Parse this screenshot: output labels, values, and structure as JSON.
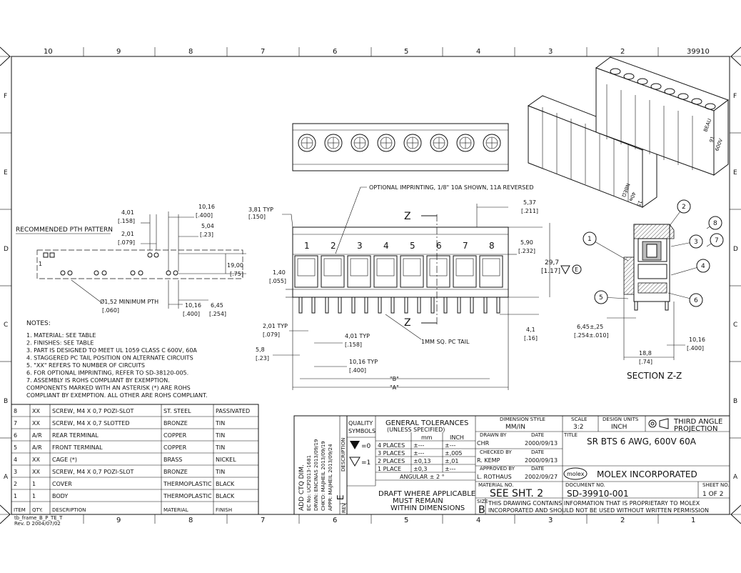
{
  "sheet": {
    "top_corner_id": "39910",
    "columns": [
      "10",
      "9",
      "8",
      "7",
      "6",
      "5",
      "4",
      "3",
      "2",
      "1"
    ],
    "rows": [
      "F",
      "E",
      "D",
      "C",
      "B",
      "A"
    ]
  },
  "views": {
    "optional_imprinting": "OPTIONAL IMPRINTING, 1/8\" 10A SHOWN, 11A REVERSED",
    "recommended_pth": "RECOMMENDED PTH PATTERN",
    "minimum_pth": "Ø1,52 MINIMUM PTH",
    "minimum_pth_in": "[.060]",
    "section_label": "SECTION Z-Z",
    "section_mark": "Z",
    "pc_tail": "1MM SQ. PC TAIL",
    "circuit_numbers": [
      "1",
      "2",
      "3",
      "4",
      "5",
      "6",
      "7",
      "8"
    ],
    "part_marks_3d": [
      "BEAU",
      "91",
      "600V",
      "15",
      "40ɴ",
      "NBEΩ"
    ],
    "balloons": [
      "1",
      "2",
      "3",
      "4",
      "5",
      "6",
      "7",
      "8"
    ]
  },
  "dimensions": {
    "d_10_16_top": "10,16",
    "d_400_top": "[.400]",
    "d_4_01": "4,01",
    "d_158": "[.158]",
    "d_5_04": "5,04",
    "d_23": "[.23]",
    "d_2_01": "2,01",
    "d_079": "[.079]",
    "d_19_00": "19,00",
    "d_75": "[.75]",
    "d_10_16_b": "10,16",
    "d_400_b": "[.400]",
    "d_6_45": "6,45",
    "d_254": "[.254]",
    "d_3_81": "3,81 TYP",
    "d_150": "[.150]",
    "d_1_40": "1,40",
    "d_055": "[.055]",
    "d_5_37": "5,37",
    "d_211": "[.211]",
    "d_5_90": "5,90",
    "d_232": "[.232]",
    "d_29_7": "29,7",
    "d_1_17": "[1.17]",
    "d_2_01_typ": "2,01 TYP",
    "d_079_b": "[.079]",
    "d_5_8": "5,8",
    "d_23_b": "[.23]",
    "d_4_01_typ": "4,01 TYP",
    "d_158_b": "[.158]",
    "d_10_16_typ": "10,16 TYP",
    "d_400_c": "[.400]",
    "d_B": "\"B\"",
    "d_A": "\"A\"",
    "d_4_1": "4,1",
    "d_16": "[.16]",
    "d_6_45_25": "6,45±,25",
    "d_254_010": "[.254±.010]",
    "d_18_8": "18,8",
    "d_74": "[.74]",
    "d_10_16_sec": "10,16",
    "d_400_sec": "[.400]"
  },
  "notes": {
    "heading": "NOTES:",
    "lines": [
      "1. MATERIAL: SEE TABLE",
      "2. FINISHES: SEE TABLE",
      "3. PART IS DESIGNED TO MEET UL 1059 CLASS C 600V, 60A",
      "4. STAGGERED PC TAIL POSITION ON ALTERNATE CIRCUITS",
      "5. \"XX\" REFERS TO NUMBER OF CIRCUITS",
      "6. FOR OPTIONAL IMPRINTING, REFER TO SD-38120-005.",
      "7. ASSEMBLY IS ROHS COMPLIANT BY EXEMPTION.",
      "   COMPONENTS MARKED WITH AN ASTERISK (*) ARE ROHS",
      "   COMPLIANT BY EXEMPTION. ALL OTHER ARE ROHS COMPLIANT."
    ]
  },
  "bom": {
    "headers": [
      "ITEM",
      "QTY.",
      "DESCRIPTION",
      "MATERIAL",
      "FINISH"
    ],
    "rows": [
      [
        "8",
        "XX",
        "SCREW, M4 X 0,7 POZI-SLOT",
        "ST. STEEL",
        "PASSIVATED"
      ],
      [
        "7",
        "XX",
        "SCREW, M4 X 0,7 SLOTTED",
        "BRONZE",
        "TIN"
      ],
      [
        "6",
        "A/R",
        "REAR TERMINAL",
        "COPPER",
        "TIN"
      ],
      [
        "5",
        "A/R",
        "FRONT TERMINAL",
        "COPPER",
        "TIN"
      ],
      [
        "4",
        "XX",
        "CAGE (*)",
        "BRASS",
        "NICKEL"
      ],
      [
        "3",
        "XX",
        "SCREW, M4 X 0,7 POZI-SLOT",
        "BRONZE",
        "TIN"
      ],
      [
        "2",
        "1",
        "COVER",
        "THERMOPLASTIC",
        "BLACK"
      ],
      [
        "1",
        "1",
        "BODY",
        "THERMOPLASTIC",
        "BLACK"
      ]
    ]
  },
  "revision": {
    "lines": [
      "ADD CTQ DIM.",
      "EC No: UCP2013-1681",
      "DRWN: ENCINAS   2013/09/19",
      "CHK'D: MAJHEIL   2013/09/19",
      "APPR: MAJHEIL   2013/09/24"
    ],
    "rev": "E",
    "description_label": "DESCRIPTION",
    "rev_label": "REV"
  },
  "title_block": {
    "quality_symbols": "QUALITY SYMBOLS",
    "qs_1": "=0",
    "qs_2": "=1",
    "gen_tol": "GENERAL TOLERANCES",
    "unless": "(UNLESS SPECIFIED)",
    "mm": "mm",
    "inch": "INCH",
    "tol_rows": [
      [
        "4 PLACES",
        "±---",
        "±---"
      ],
      [
        "3 PLACES",
        "±---",
        "±,005"
      ],
      [
        "2 PLACES",
        "±0,13",
        "±,01"
      ],
      [
        "1 PLACE",
        "±0,3",
        "±---"
      ]
    ],
    "angular": "ANGULAR ± 2 °",
    "draft": "DRAFT WHERE APPLICABLE",
    "must_remain": "MUST REMAIN",
    "within": "WITHIN DIMENSIONS",
    "dim_style_label": "DIMENSION STYLE",
    "dim_style": "MM/IN",
    "scale_label": "SCALE",
    "scale": "3:2",
    "units_label": "DESIGN UNITS",
    "units": "INCH",
    "projection": "THIRD ANGLE",
    "projection2": "PROJECTION",
    "drawn_by_label": "DRAWN BY",
    "drawn_by": "CHR",
    "drawn_date": "2000/09/13",
    "checked_label": "CHECKED BY",
    "checked": "R. KEMP",
    "checked_date": "2000/09/13",
    "approved_label": "APPROVED BY",
    "approved": "L. ROTHAUS",
    "approved_date": "2002/09/27",
    "date_label": "DATE",
    "title_label": "TITLE",
    "title": "SR BTS 6 AWG, 600V 60A",
    "company": "MOLEX INCORPORATED",
    "logo": "molex",
    "material_label": "MATERIAL NO.",
    "material": "SEE SHT. 2",
    "document_label": "DOCUMENT NO.",
    "document": "SD-39910-001",
    "sheet_label": "SHEET NO.",
    "sheet": "1 OF 2",
    "size_label": "SIZE",
    "size": "B",
    "proprietary1": "THIS DRAWING CONTAINS INFORMATION THAT IS PROPRIETARY TO MOLEX",
    "proprietary2": "INCORPORATED AND SHOULD NOT BE USED WITHOUT WRITTEN PERMISSION"
  },
  "footer": {
    "format": "tb_frame_B_P_TE_T",
    "rev": "Rev. D 2004/07/02"
  }
}
